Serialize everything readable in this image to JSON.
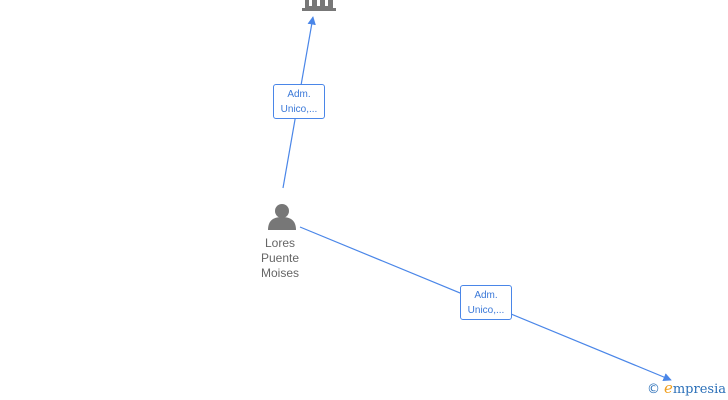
{
  "nodes": {
    "company": {
      "icon": "building-icon"
    },
    "person": {
      "icon": "person-icon",
      "name_lines": [
        "Lores",
        "Puente",
        "Moises"
      ]
    },
    "target": {
      "icon": "arrowhead"
    }
  },
  "edges": [
    {
      "label_lines": [
        "Adm.",
        "Unico,..."
      ]
    },
    {
      "label_lines": [
        "Adm.",
        "Unico,..."
      ]
    }
  ],
  "watermark": {
    "symbol": "©",
    "brand_initial": "e",
    "brand_rest": "mpresia"
  },
  "colors": {
    "edge": "#4a86e8",
    "edge_text": "#3a78d8",
    "node_icon": "#777777",
    "node_text": "#666666",
    "brand_orange": "#f0a020",
    "brand_blue": "#2a6fb8"
  }
}
